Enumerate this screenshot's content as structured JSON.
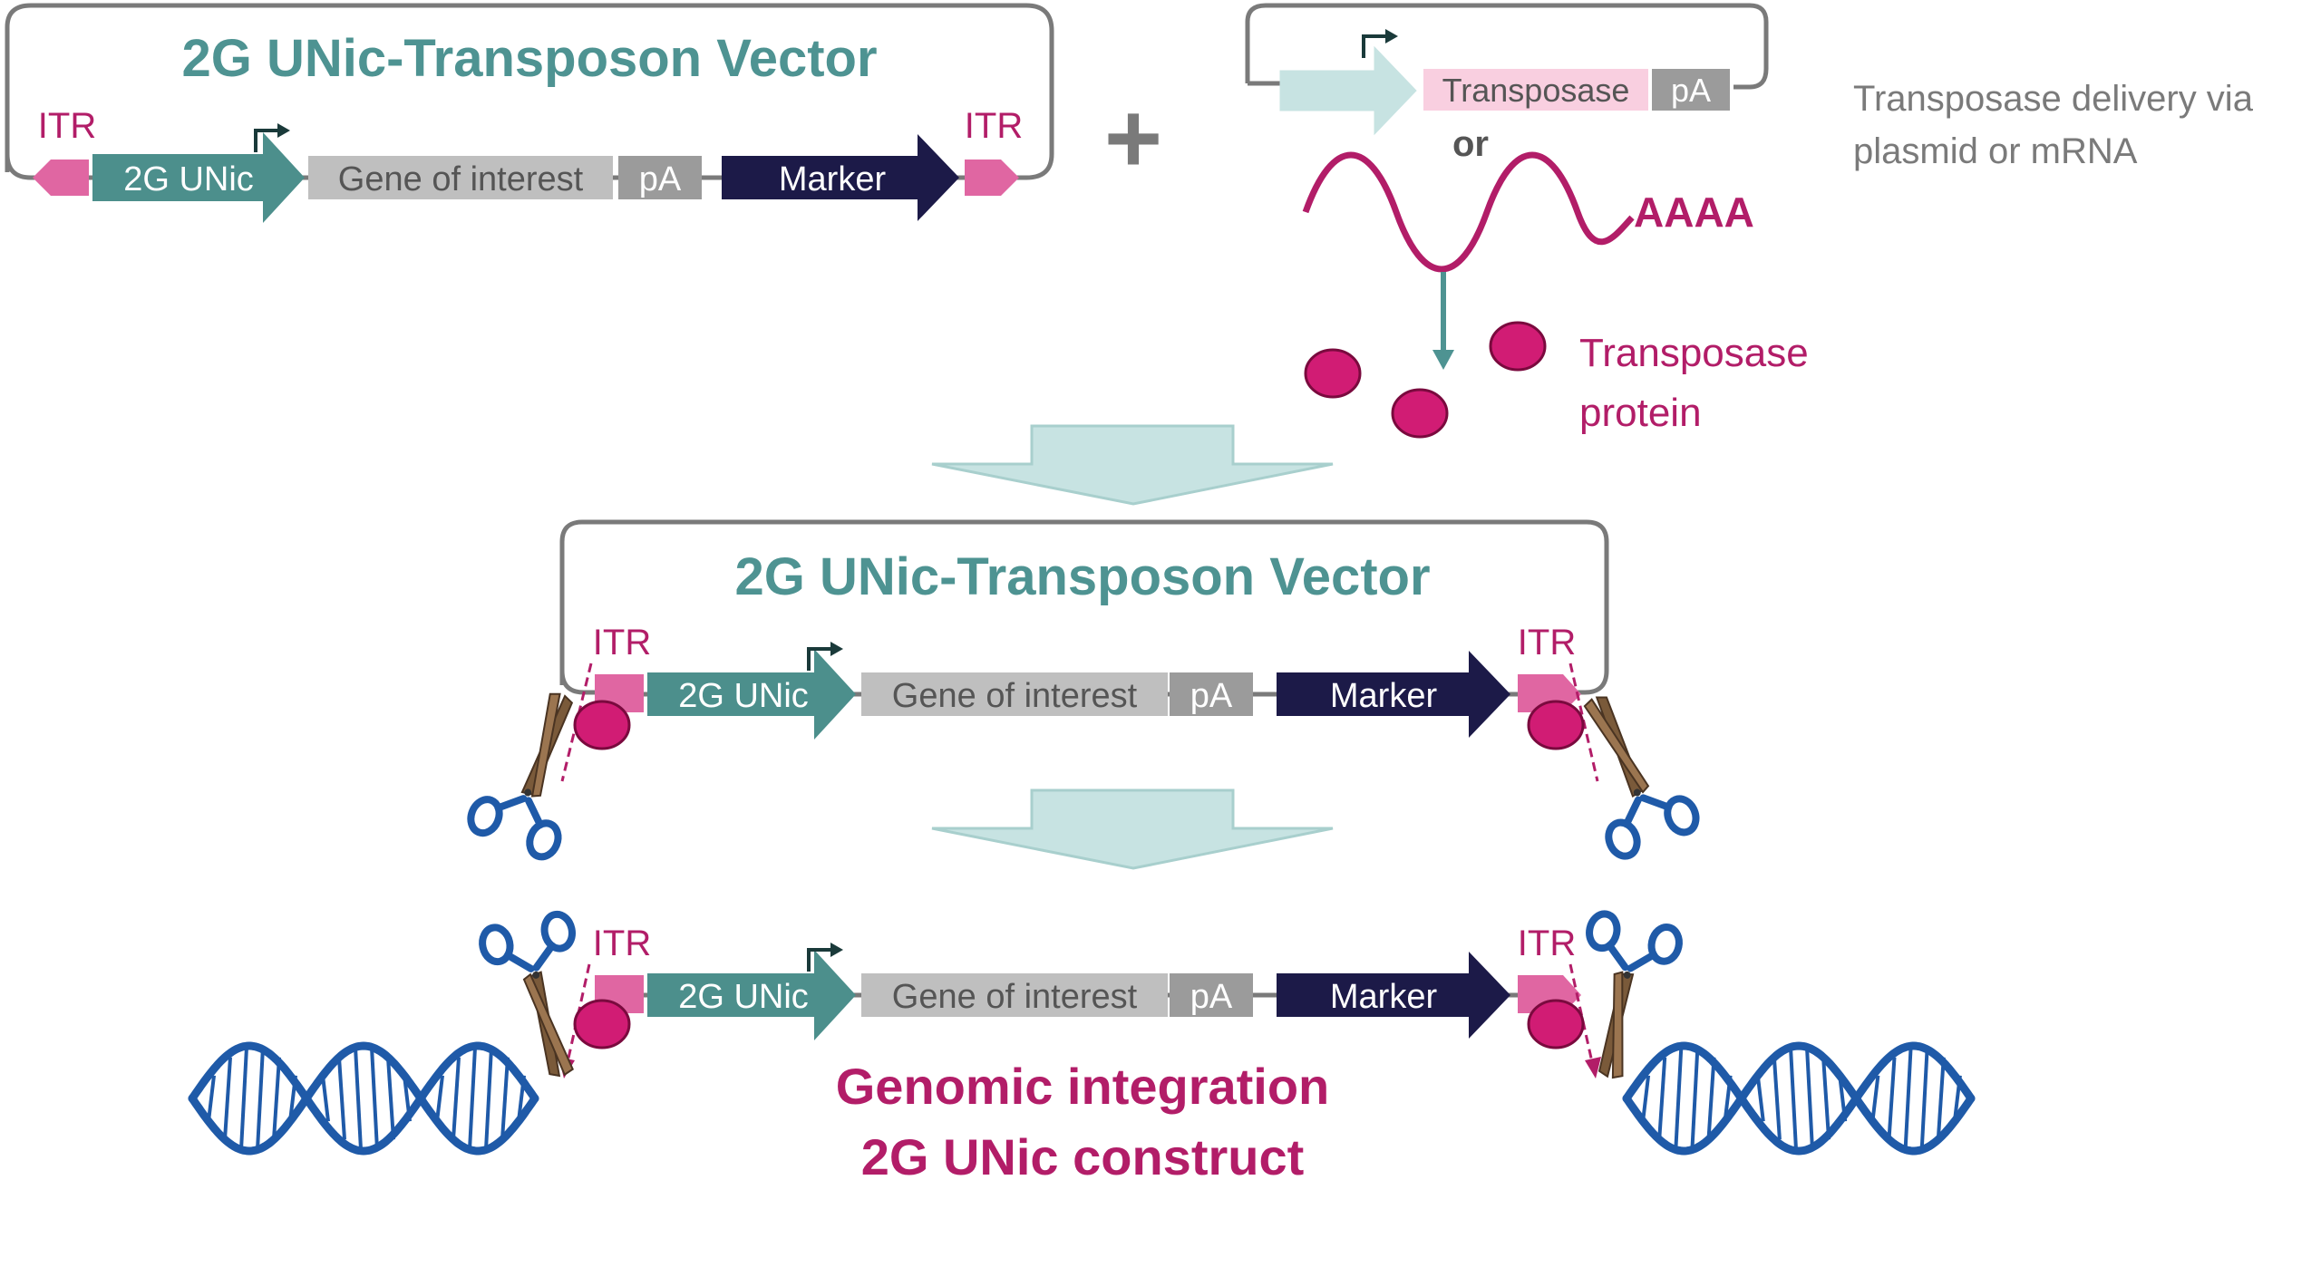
{
  "colors": {
    "teal": "#4e9392",
    "teal_arrow": "#4c8f8c",
    "magenta": "#b21d68",
    "itr_pink": "#e066a2",
    "protein": "#d11c74",
    "gene_gray": "#bfbfbf",
    "pa_gray": "#9b9b9b",
    "marker_navy": "#1c1a48",
    "frame_gray": "#7a7a7a",
    "light_teal": "#c7e3e2",
    "transposase_pink": "#f9cfe0",
    "dna_blue": "#1f5aa8",
    "note_gray": "#7a7a7a"
  },
  "icons": [
    "promoter-arrow-icon",
    "scissors-icon",
    "dna-helix-icon",
    "plus-icon",
    "down-arrow-icon",
    "block-arrow-icon"
  ],
  "top_vector": {
    "title": "2G UNic-Transposon Vector",
    "itr_left": "ITR",
    "itr_right": "ITR",
    "promoter": "2G UNic",
    "gene": "Gene of interest",
    "pa": "pA",
    "marker": "Marker"
  },
  "plus": "+",
  "delivery": {
    "transposase": "Transposase",
    "pa": "pA",
    "or": "or",
    "mrna_tail": "AAAA",
    "note_line1": "Transposase delivery via",
    "note_line2": "plasmid or mRNA"
  },
  "protein": {
    "label_line1": "Transposase",
    "label_line2": "protein"
  },
  "middle_vector": {
    "title": "2G UNic-Transposon Vector",
    "itr_left": "ITR",
    "itr_right": "ITR",
    "promoter": "2G UNic",
    "gene": "Gene of interest",
    "pa": "pA",
    "marker": "Marker"
  },
  "bottom_construct": {
    "itr_left": "ITR",
    "itr_right": "ITR",
    "promoter": "2G UNic",
    "gene": "Gene of interest",
    "pa": "pA",
    "marker": "Marker",
    "caption_line1": "Genomic integration",
    "caption_line2": "2G UNic construct"
  }
}
